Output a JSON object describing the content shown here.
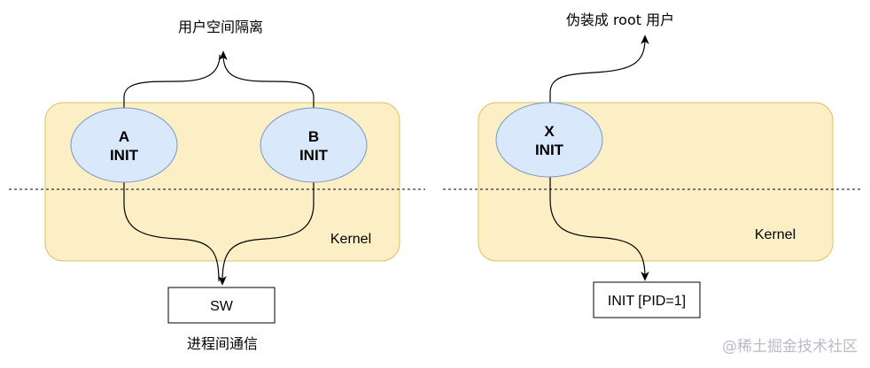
{
  "left": {
    "top_label": "用户空间隔离",
    "node_a": {
      "line1": "A",
      "line2": "INIT"
    },
    "node_b": {
      "line1": "B",
      "line2": "INIT"
    },
    "kernel_label": "Kernel",
    "box_label": "SW",
    "bottom_label": "进程间通信"
  },
  "right": {
    "top_label": "伪装成 root 用户",
    "node_x": {
      "line1": "X",
      "line2": "INIT"
    },
    "kernel_label": "Kernel",
    "box_label": "INIT [PID=1]"
  },
  "watermark": "@稀土掘金技术社区",
  "colors": {
    "kernel_fill": "#fcefc5",
    "kernel_stroke": "#dcc15f",
    "node_fill": "#dae8fc",
    "node_stroke": "#7797c9"
  }
}
